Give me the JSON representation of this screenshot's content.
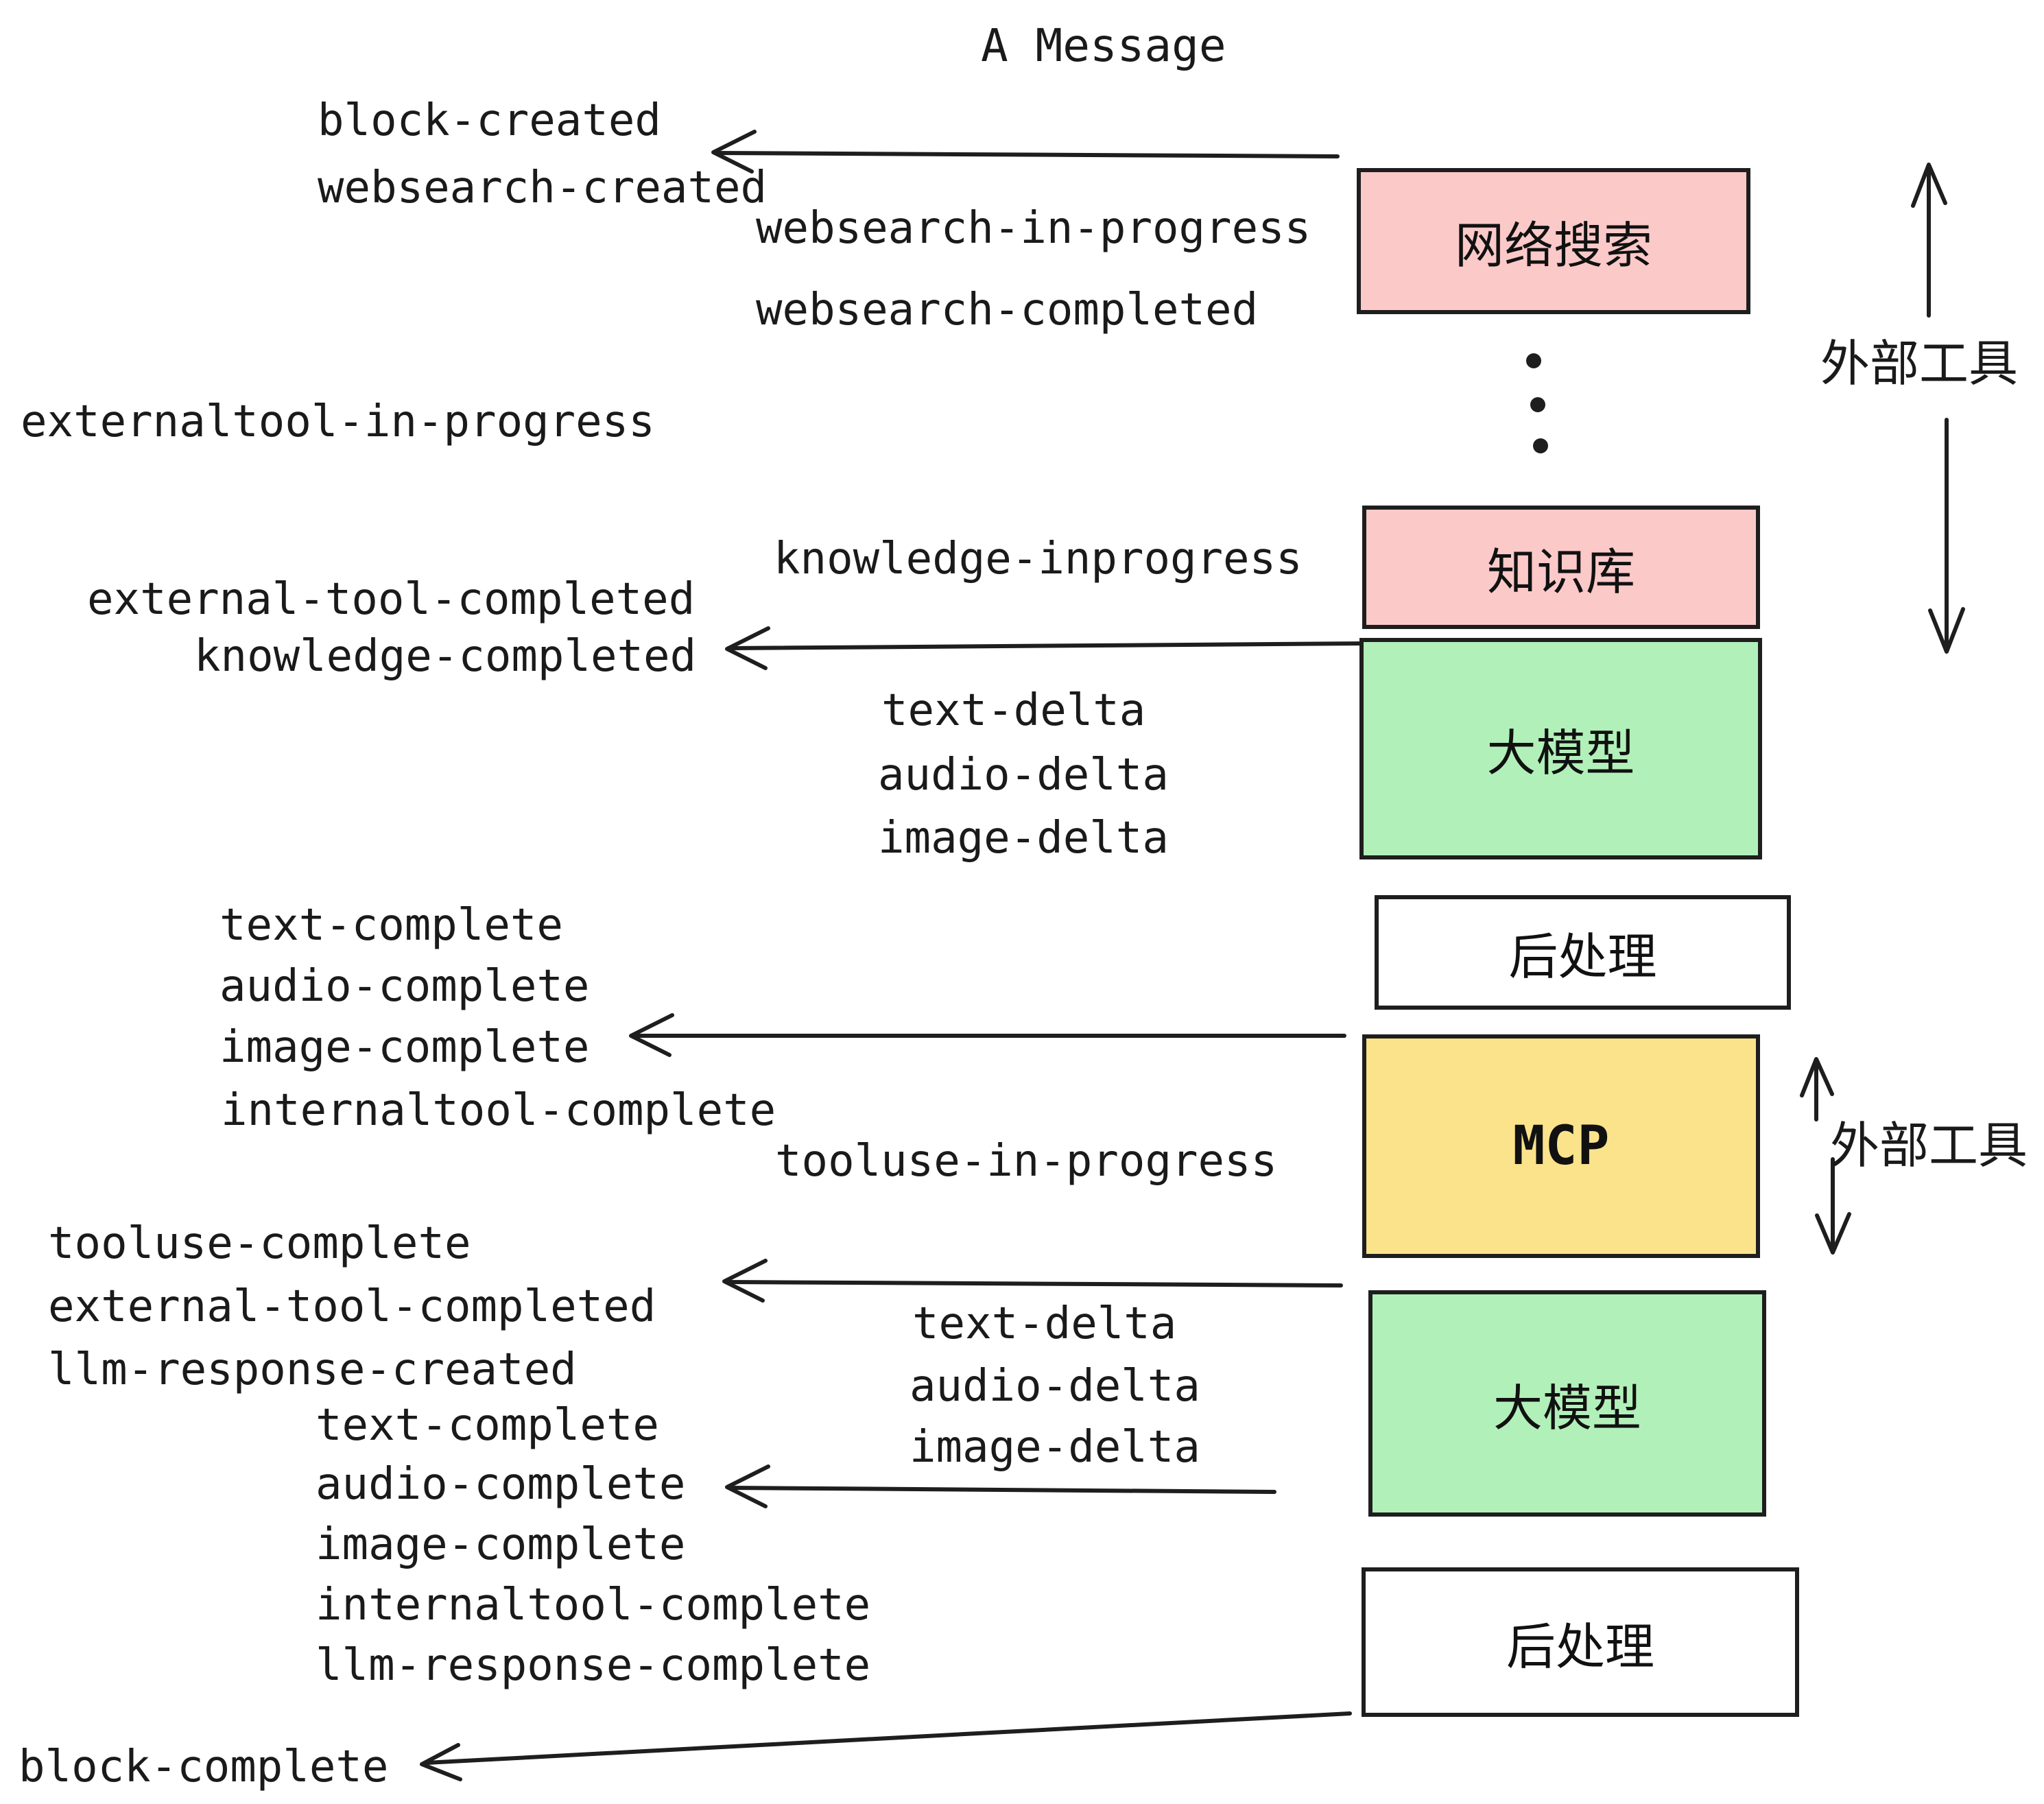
{
  "title": "A Message",
  "colors": {
    "pink": "#fcc9c9",
    "green": "#b2f0b9",
    "yellow": "#fae38b",
    "white": "#ffffff",
    "stroke": "#1e1e1e",
    "text": "#1a1a1a"
  },
  "boxes": [
    {
      "label": "网络搜索",
      "color_key": "pink"
    },
    {
      "label": "知识库",
      "color_key": "pink"
    },
    {
      "label": "大模型",
      "color_key": "green"
    },
    {
      "label": "后处理",
      "color_key": "white"
    },
    {
      "label": "MCP",
      "color_key": "yellow"
    },
    {
      "label": "大模型",
      "color_key": "green"
    },
    {
      "label": "后处理",
      "color_key": "white"
    }
  ],
  "side_labels": [
    {
      "label": "外部工具"
    },
    {
      "label": "外部工具"
    }
  ],
  "events": [
    "block-created",
    "websearch-created",
    "websearch-in-progress",
    "websearch-completed",
    "externaltool-in-progress",
    "knowledge-inprogress",
    "external-tool-completed",
    "knowledge-completed",
    "text-delta",
    "audio-delta",
    "image-delta",
    "text-complete",
    "audio-complete",
    "image-complete",
    "internaltool-complete",
    "tooluse-in-progress",
    "tooluse-complete",
    "external-tool-completed",
    "llm-response-created",
    "text-delta",
    "audio-delta",
    "image-delta",
    "text-complete",
    "audio-complete",
    "image-complete",
    "internaltool-complete",
    "llm-response-complete",
    "block-complete"
  ]
}
